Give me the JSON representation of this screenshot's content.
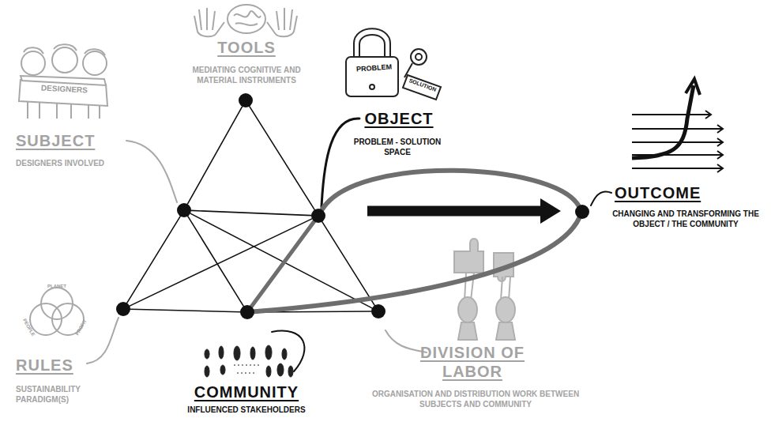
{
  "diagram": {
    "nodes": [
      {
        "text": [
          "TOOLS",
          "MEDIATING COGNITIVE AND MATERIAL INSTRUMENTS"
        ]
      },
      {
        "text": [
          "SUBJECT",
          "DESIGNERS INVOLVED"
        ]
      },
      {
        "text": [
          "OBJECT",
          "PROBLEM - SOLUTION SPACE"
        ]
      },
      {
        "text": [
          "OUTCOME",
          "CHANGING AND TRANSFORMING THE OBJECT / THE COMMUNITY"
        ]
      },
      {
        "text": [
          "RULES",
          "SUSTAINABILITY PARADIGM(S)"
        ]
      },
      {
        "text": [
          "COMMUNITY",
          "INFLUENCED STAKEHOLDERS"
        ]
      },
      {
        "text": [
          "DIVISION OF LABOR",
          "ORGANISATION AND DISTRIBUTION WORK BETWEEN SUBJECTS AND COMMUNITY"
        ]
      }
    ],
    "edges": [
      {
        "from": 0,
        "to": 1,
        "arrow": "none"
      },
      {
        "from": 1,
        "to": 4,
        "arrow": "none"
      },
      {
        "from": 0,
        "to": 2,
        "arrow": "none"
      },
      {
        "from": 2,
        "to": 6,
        "arrow": "none"
      },
      {
        "from": 4,
        "to": 5,
        "arrow": "none"
      },
      {
        "from": 5,
        "to": 6,
        "arrow": "none"
      },
      {
        "from": 1,
        "to": 2,
        "arrow": "none"
      },
      {
        "from": 1,
        "to": 5,
        "arrow": "none"
      },
      {
        "from": 1,
        "to": 6,
        "arrow": "none"
      },
      {
        "from": 4,
        "to": 2,
        "arrow": "none"
      },
      {
        "from": 2,
        "to": 5,
        "arrow": "none"
      },
      {
        "from": 2,
        "to": 3,
        "arrow": "none"
      },
      {
        "from": 5,
        "to": 3,
        "arrow": "none"
      }
    ],
    "labels": [
      "DESIGNERS",
      "PROBLEM",
      "SOLUTION",
      "PLANET",
      "PEOPLE",
      "PROFIT"
    ]
  }
}
